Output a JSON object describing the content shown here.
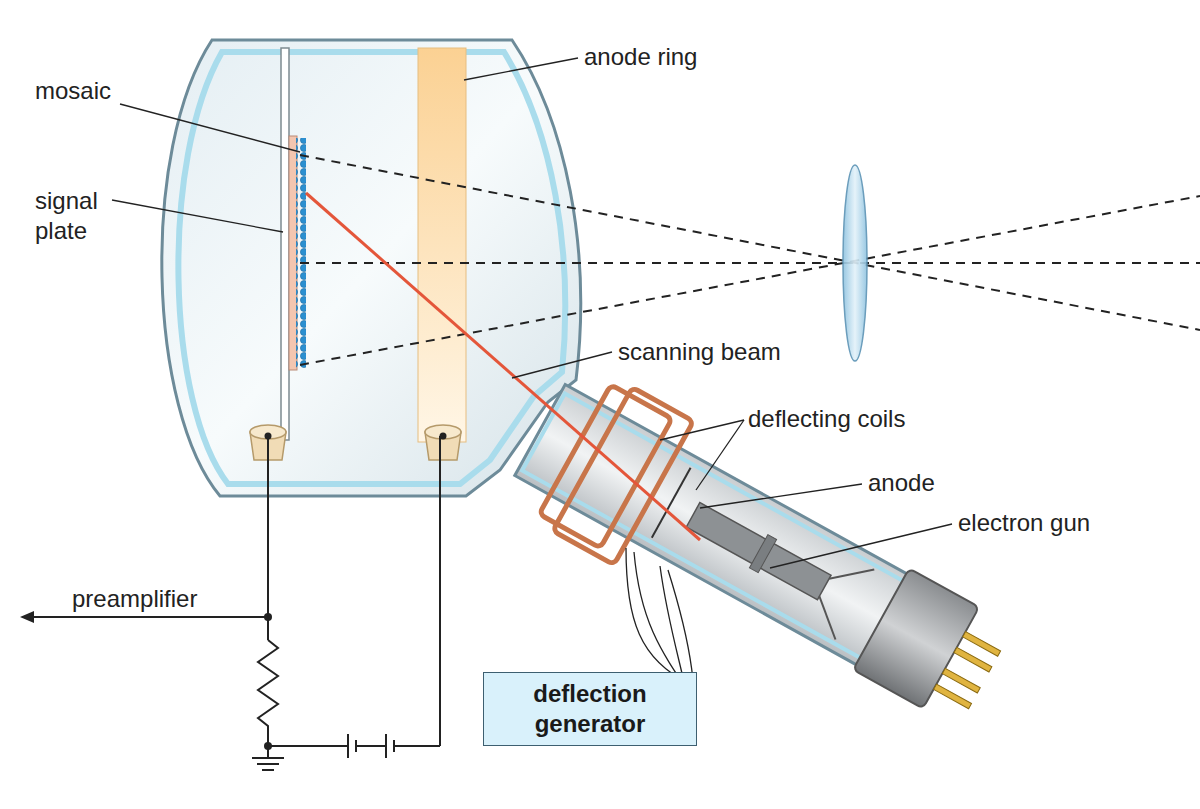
{
  "diagram": {
    "nodes": [
      {
        "text": [
          "deflection generator"
        ]
      }
    ],
    "labels": [
      "mosaic",
      "signal plate",
      "anode ring",
      "scanning beam",
      "deflecting coils",
      "anode",
      "electron gun",
      "preamplifier"
    ]
  }
}
